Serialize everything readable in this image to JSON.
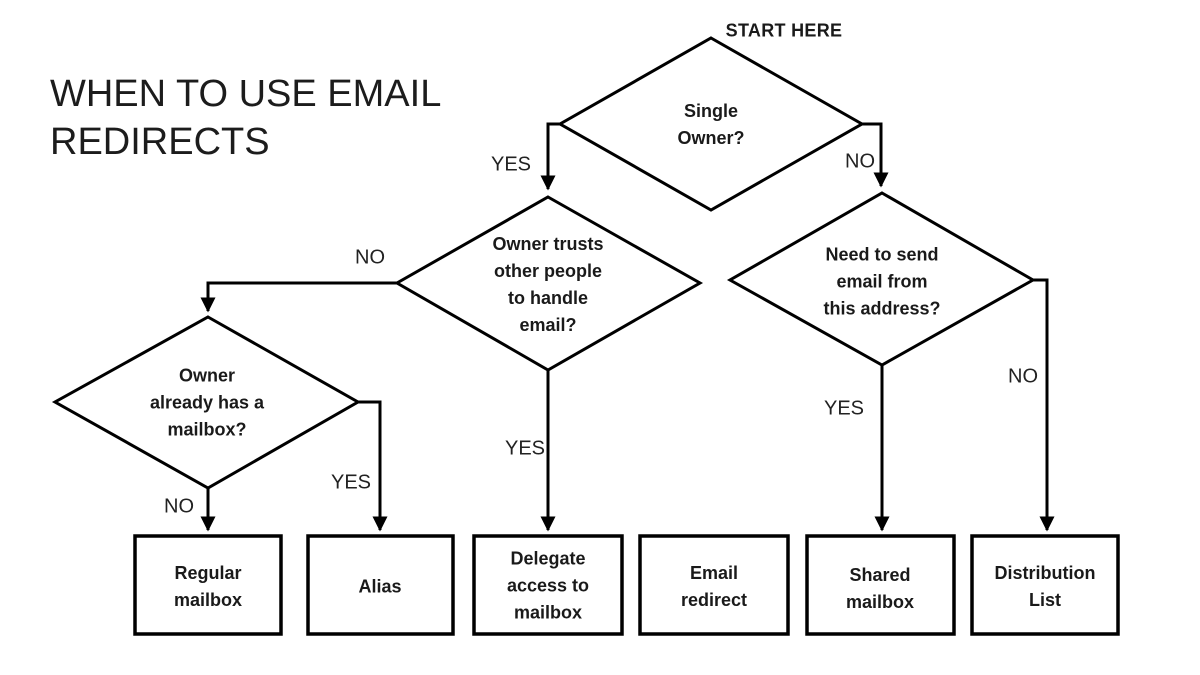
{
  "page": {
    "title": "WHEN TO USE EMAIL\nREDIRECTS",
    "start_label": "START HERE"
  },
  "colors": {
    "line": "#000000",
    "text": "#1a1a1a",
    "background": "#ffffff"
  },
  "nodes": {
    "single_owner": "Single\nOwner?",
    "owner_trusts": "Owner trusts\nother people\nto handle\nemail?",
    "already_mailbox": "Owner\nalready has a\nmailbox?",
    "need_send": "Need to send\nemail from\nthis address?",
    "regular_mailbox": "Regular\nmailbox",
    "alias": "Alias",
    "delegate_access": "Delegate\naccess to\nmailbox",
    "email_redirect": "Email\nredirect",
    "shared_mailbox": "Shared\nmailbox",
    "distribution_list": "Distribution\nList"
  },
  "edge_labels": {
    "single_owner_yes": "YES",
    "single_owner_no": "NO",
    "owner_trusts_no": "NO",
    "owner_trusts_yes": "YES",
    "already_mailbox_no": "NO",
    "already_mailbox_yes": "YES",
    "need_send_yes": "YES",
    "need_send_no": "NO"
  },
  "edges": [
    {
      "from": "single_owner",
      "to": "owner_trusts",
      "label": "YES"
    },
    {
      "from": "single_owner",
      "to": "need_send",
      "label": "NO"
    },
    {
      "from": "owner_trusts",
      "to": "already_mailbox",
      "label": "NO"
    },
    {
      "from": "owner_trusts",
      "to": "delegate_access",
      "label": "YES"
    },
    {
      "from": "already_mailbox",
      "to": "regular_mailbox",
      "label": "NO"
    },
    {
      "from": "already_mailbox",
      "to": "alias",
      "label": "YES"
    },
    {
      "from": "need_send",
      "to": "shared_mailbox",
      "label": "YES"
    },
    {
      "from": "need_send",
      "to": "distribution_list",
      "label": "NO"
    },
    {
      "from": "none",
      "to": "email_redirect",
      "label": ""
    }
  ]
}
